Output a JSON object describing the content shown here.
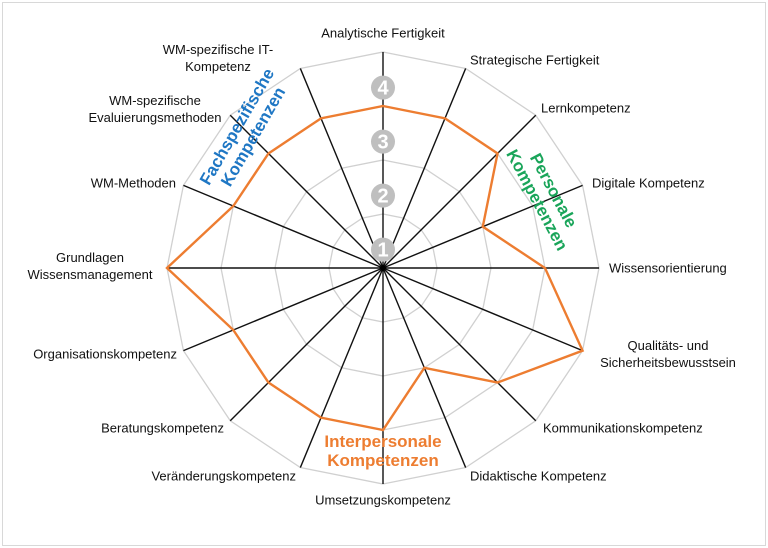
{
  "chart_data": {
    "type": "radar",
    "axes": [
      "Analytische Fertigkeit",
      "Strategische Fertigkeit",
      "Lernkompetenz",
      "Digitale Kompetenz",
      "Wissensorientierung",
      "Qualitäts- und Sicherheitsbewusstsein",
      "Kommunikationskompetenz",
      "Didaktische Kompetenz",
      "Umsetzungskompetenz",
      "Veränderungskompetenz",
      "Beratungskompetenz",
      "Organisationskompetenz",
      "Grundlagen Wissensmanagement",
      "WM-Methoden",
      "WM-spezifische Evaluierungsmethoden",
      "WM-spezifische IT-Kompetenz"
    ],
    "values": [
      3,
      3,
      3,
      2,
      3,
      4,
      3,
      2,
      3,
      3,
      3,
      3,
      4,
      3,
      3,
      3
    ],
    "rmax": 4,
    "ring_labels": [
      "1",
      "2",
      "3",
      "4"
    ],
    "groups": {
      "fach": "Fachspezifische Kompetenzen",
      "personal": "Personale Kompetenzen",
      "inter": "Interpersonale Kompetenzen"
    },
    "colors": {
      "series": "#ed7d31",
      "fach": "#1f77c4",
      "personal": "#1aa55a",
      "inter": "#ed7d31",
      "grid": "#d0d0d0",
      "ringlabel": "#bfbfbf"
    }
  },
  "labels": {
    "a0": "Analytische Fertigkeit",
    "a1": "Strategische Fertigkeit",
    "a2": "Lernkompetenz",
    "a3": "Digitale Kompetenz",
    "a4": "Wissensorientierung",
    "a5_1": "Qualitäts- und",
    "a5_2": "Sicherheitsbewusstsein",
    "a6": "Kommunikationskompetenz",
    "a7": "Didaktische Kompetenz",
    "a8": "Umsetzungskompetenz",
    "a9": "Veränderungskompetenz",
    "a10": "Beratungskompetenz",
    "a11": "Organisationskompetenz",
    "a12_1": "Grundlagen",
    "a12_2": "Wissensmanagement",
    "a13": "WM-Methoden",
    "a14_1": "WM-spezifische",
    "a14_2": "Evaluierungsmethoden",
    "a15_1": "WM-spezifische IT-",
    "a15_2": "Kompetenz",
    "fach_1": "Fachspezifische",
    "fach_2": "Kompetenzen",
    "pers_1": "Personale",
    "pers_2": "Kompetenzen",
    "inter_1": "Interpersonale",
    "inter_2": "Kompetenzen"
  }
}
